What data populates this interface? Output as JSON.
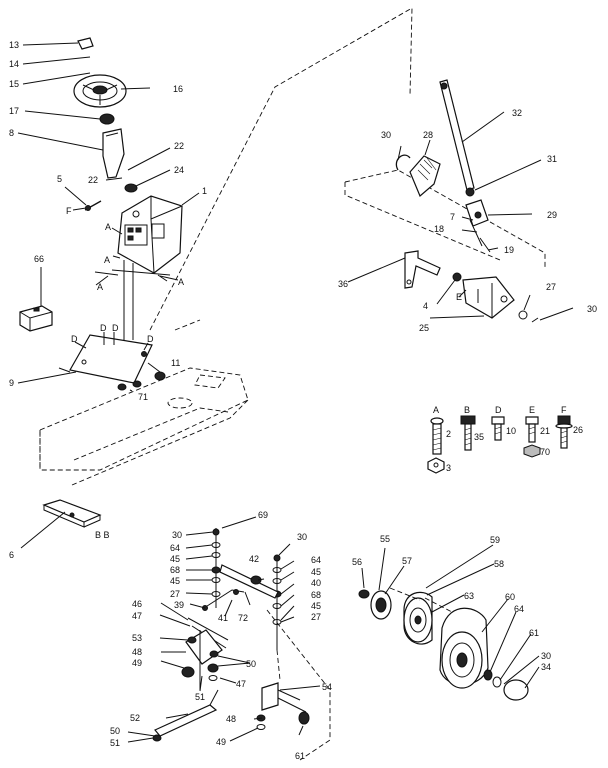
{
  "callouts": {
    "c13": "13",
    "c14": "14",
    "c15": "15",
    "c16": "16",
    "c17": "17",
    "c8": "8",
    "c22a": "22",
    "c22b": "22",
    "c24": "24",
    "c5": "5",
    "cF1": "F",
    "c1": "1",
    "cA1": "A",
    "cA2": "A",
    "cA3": "A",
    "cA4": "A",
    "c66": "66",
    "cD1": "D",
    "cD2": "D",
    "cD3": "D",
    "cD4": "D",
    "c9": "9",
    "c11": "11",
    "c71": "71",
    "c32": "32",
    "c30a": "30",
    "c28": "28",
    "c31": "31",
    "c29": "29",
    "c7": "7",
    "c18": "18",
    "c19": "19",
    "c36": "36",
    "cE1": "E",
    "c4": "4",
    "c27a": "27",
    "c30b": "30",
    "c25": "25",
    "hA": "A",
    "hB": "B",
    "hD": "D",
    "hE": "E",
    "hF": "F",
    "h2": "2",
    "h35": "35",
    "h10": "10",
    "h21": "21",
    "h26": "26",
    "h70": "70",
    "h3": "3",
    "c6": "6",
    "cBB": "B B",
    "c69": "69",
    "c30c": "30",
    "c64a": "64",
    "c45a": "45",
    "c68a": "68",
    "c45b": "45",
    "c27b": "27",
    "c39": "39",
    "c42": "42",
    "c41": "41",
    "c72": "72",
    "c30d": "30",
    "c64b": "64",
    "c45c": "45",
    "c40": "40",
    "c68b": "68",
    "c45d": "45",
    "c27c": "27",
    "c46": "46",
    "c47a": "47",
    "c53": "53",
    "c48a": "48",
    "c49a": "49",
    "c50a": "50",
    "c51a": "51",
    "c47b": "47",
    "c52": "52",
    "c50b": "50",
    "c51b": "51",
    "c54": "54",
    "c48b": "48",
    "c49b": "49",
    "c61a": "61",
    "c55": "55",
    "c56": "56",
    "c57": "57",
    "c59": "59",
    "c58": "58",
    "c63": "63",
    "c60": "60",
    "c64c": "64",
    "c61b": "61",
    "c30e": "30",
    "c34": "34"
  }
}
